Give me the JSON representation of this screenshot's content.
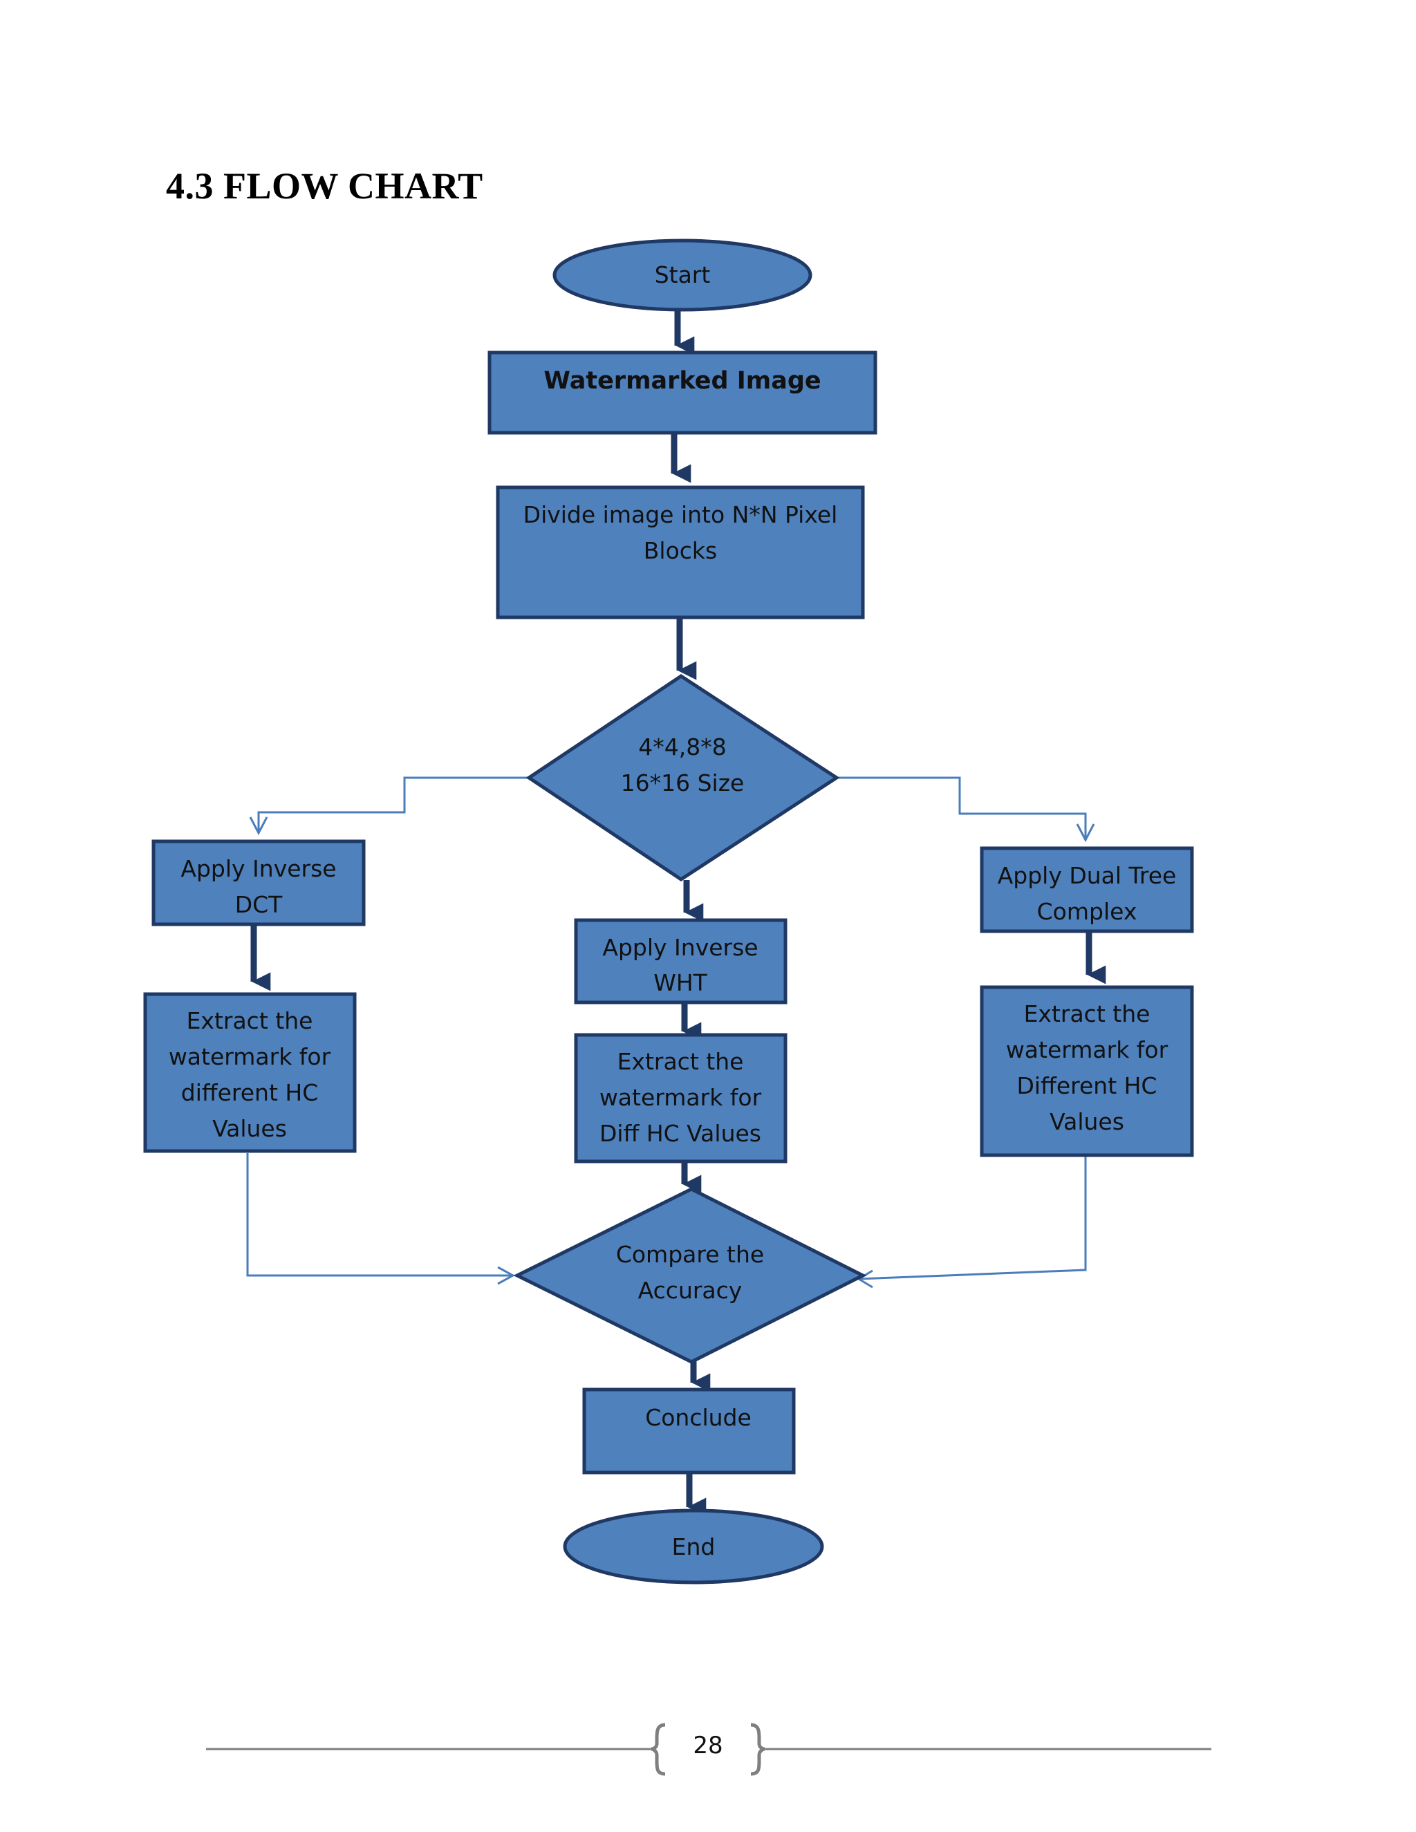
{
  "heading": "4.3 FLOW CHART",
  "nodes": {
    "start": "Start",
    "watermarked": "Watermarked Image",
    "divide": [
      "Divide image into N*N Pixel",
      "Blocks"
    ],
    "size_decision": [
      "4*4,8*8",
      "16*16 Size"
    ],
    "inverse_dct": [
      "Apply Inverse",
      "DCT"
    ],
    "inverse_wht": [
      "Apply Inverse",
      "WHT"
    ],
    "dual_tree": [
      "Apply Dual Tree",
      "Complex"
    ],
    "extract_left": [
      "Extract the",
      "watermark for",
      "different HC",
      "Values"
    ],
    "extract_mid": [
      "Extract the",
      "watermark for",
      "Diff HC Values"
    ],
    "extract_right": [
      "Extract the",
      "watermark  for",
      "Different HC",
      "Values"
    ],
    "compare": [
      "Compare the",
      "Accuracy"
    ],
    "conclude": "Conclude",
    "end": "End"
  },
  "colors": {
    "fill": "#4f81bd",
    "border": "#1f3864",
    "connector": "#4a7ebb"
  },
  "page_number": "28"
}
